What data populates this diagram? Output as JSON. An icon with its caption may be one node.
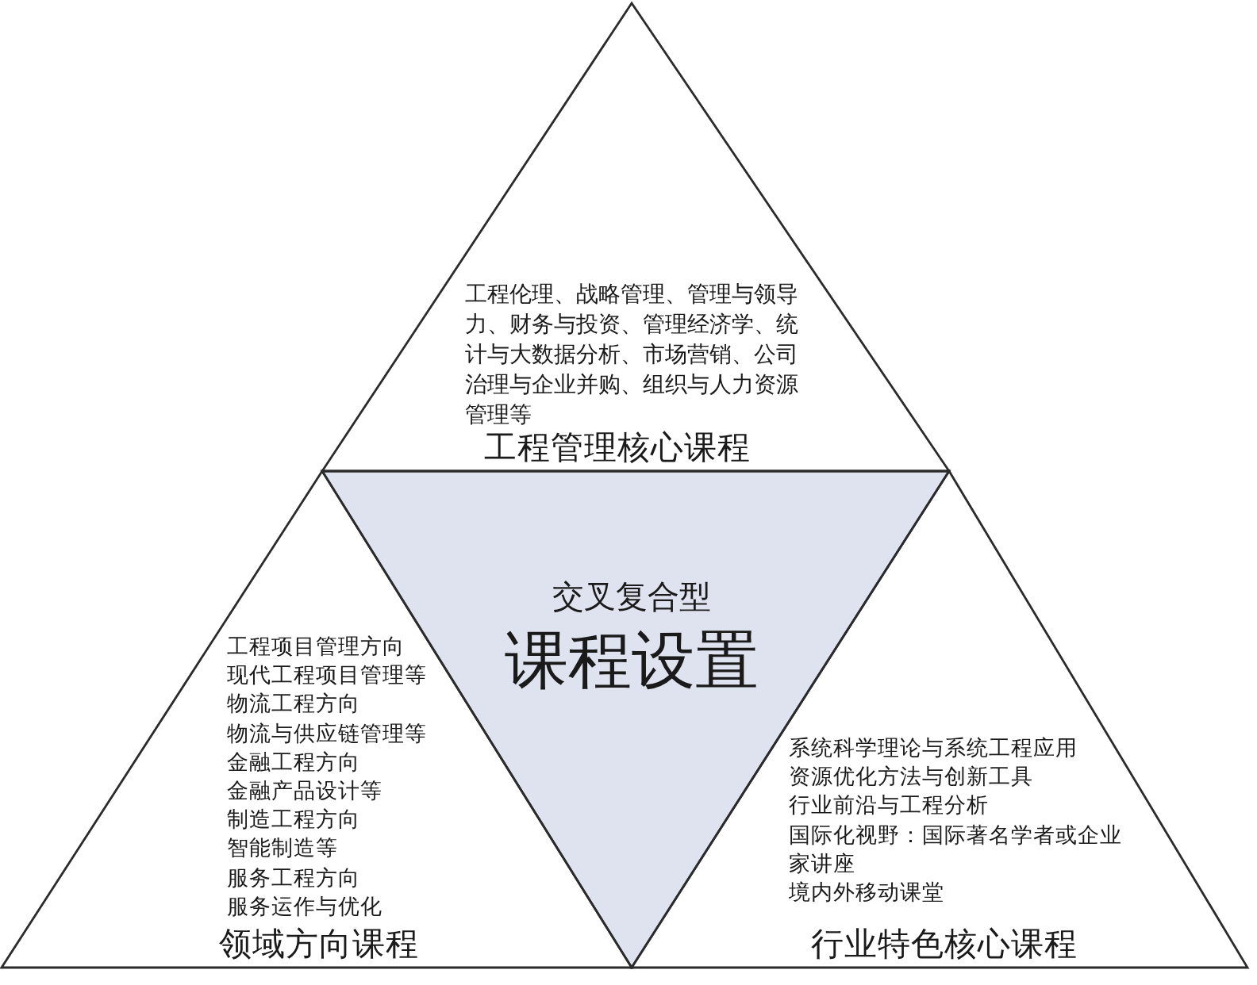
{
  "diagram": {
    "nodes": [
      {
        "text": [
          "工程伦理、战略管理、管理与领导力、财务与投资、管理经济学、统计与大数据分析、市场营销、公司治理与企业并购、组织与人力资源管理等",
          "工程管理核心课程"
        ]
      },
      {
        "text": [
          "交叉复合型",
          "课程设置"
        ]
      },
      {
        "text": [
          "工程项目管理方向",
          "现代工程项目管理等",
          "物流工程方向",
          "物流与供应链管理等",
          "金融工程方向",
          "金融产品设计等",
          "制造工程方向",
          "智能制造等",
          "服务工程方向",
          "服务运作与优化",
          "领域方向课程"
        ]
      },
      {
        "text": [
          "系统科学理论与系统工程应用",
          "资源优化方法与创新工具",
          "行业前沿与工程分析",
          "国际化视野：国际著名学者或企业家讲座",
          "境内外移动课堂",
          "行业特色核心课程"
        ]
      }
    ]
  }
}
